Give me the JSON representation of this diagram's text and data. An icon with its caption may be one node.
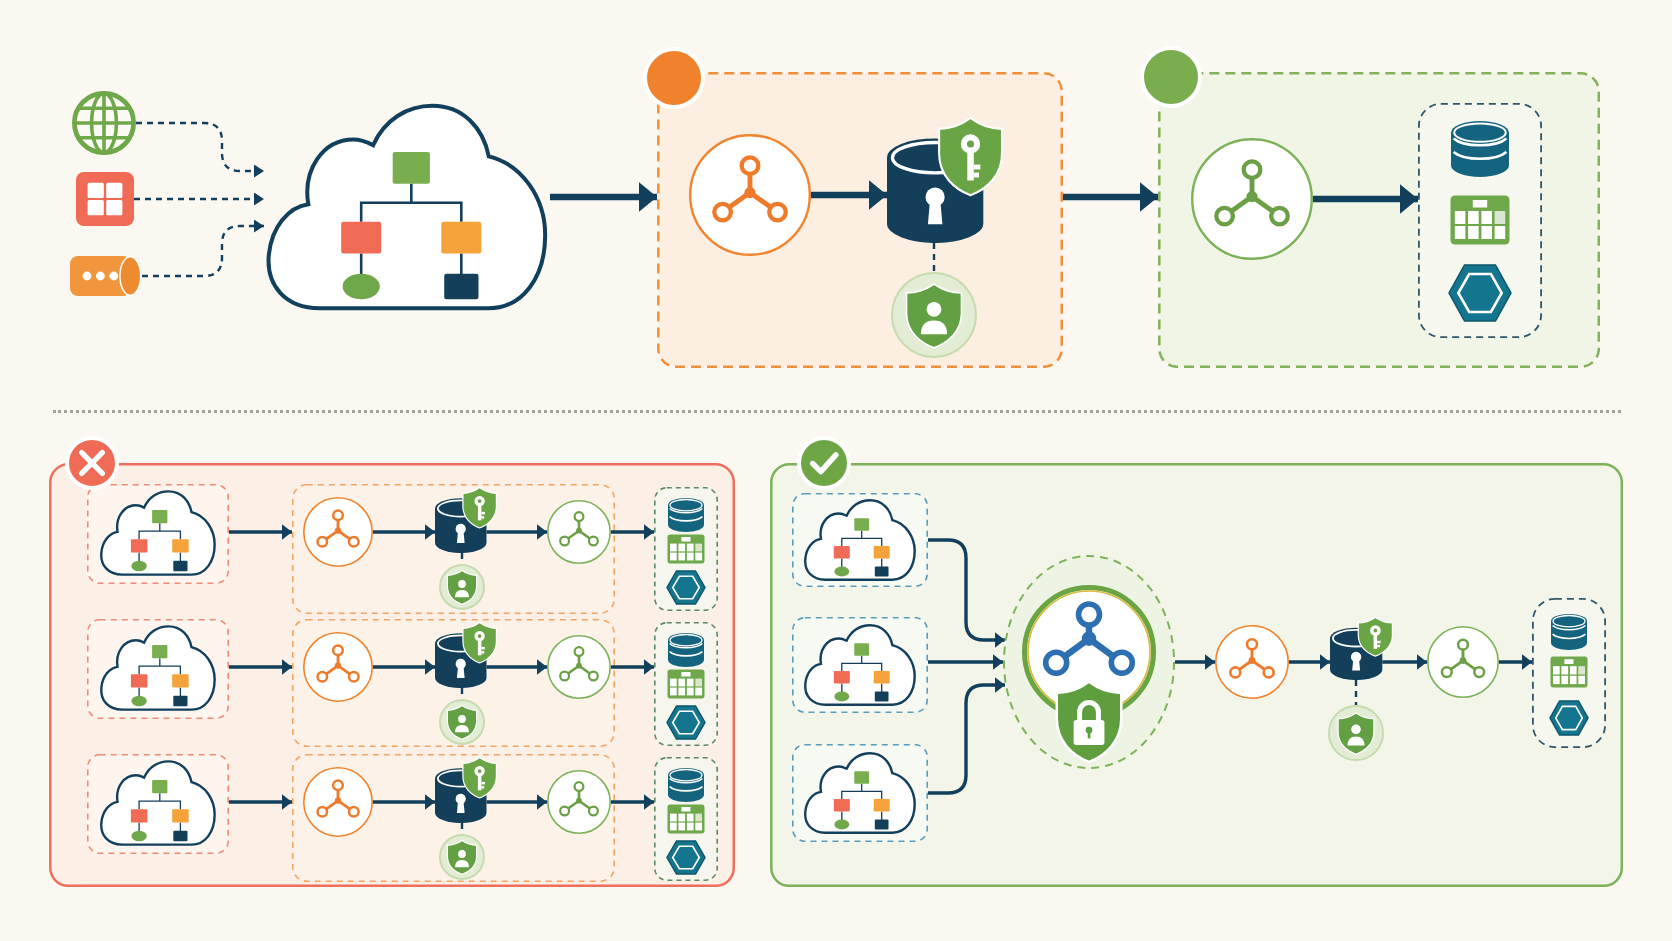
{
  "diagram": {
    "nodes": [
      {
        "text": [],
        "shape": "picture"
      },
      {
        "text": [],
        "shape": "picture"
      },
      {
        "text": [],
        "shape": "cylinder"
      },
      {
        "text": [],
        "shape": "cloud"
      },
      {
        "text": [],
        "shape": "box"
      },
      {
        "text": [],
        "shape": "circle",
        "in": 4
      },
      {
        "text": [],
        "shape": "cylinder",
        "in": 4
      },
      {
        "text": [],
        "shape": "circle",
        "in": 4
      },
      {
        "text": [],
        "shape": "box"
      },
      {
        "text": [],
        "shape": "circle",
        "in": 8
      },
      {
        "text": [],
        "shape": "box",
        "in": 8
      },
      {
        "text": [],
        "shape": "cylinder",
        "in": 10
      },
      {
        "text": [],
        "shape": "picture",
        "in": 10
      },
      {
        "text": [],
        "shape": "hexagon",
        "in": 10
      },
      {
        "text": [],
        "shape": "box"
      },
      {
        "text": [],
        "shape": "box",
        "in": 14
      },
      {
        "text": [],
        "shape": "cloud",
        "in": 15
      },
      {
        "text": [],
        "shape": "box",
        "in": 14
      },
      {
        "text": [],
        "shape": "circle",
        "in": 17
      },
      {
        "text": [],
        "shape": "cylinder",
        "in": 17
      },
      {
        "text": [],
        "shape": "circle",
        "in": 17
      },
      {
        "text": [],
        "shape": "circle",
        "in": 17
      },
      {
        "text": [],
        "shape": "box",
        "in": 14
      },
      {
        "text": [],
        "shape": "cylinder",
        "in": 22
      },
      {
        "text": [],
        "shape": "picture",
        "in": 22
      },
      {
        "text": [],
        "shape": "hexagon",
        "in": 22
      },
      {
        "text": [],
        "shape": "box",
        "in": 14
      },
      {
        "text": [],
        "shape": "cloud",
        "in": 26
      },
      {
        "text": [],
        "shape": "box",
        "in": 14
      },
      {
        "text": [],
        "shape": "circle",
        "in": 28
      },
      {
        "text": [],
        "shape": "cylinder",
        "in": 28
      },
      {
        "text": [],
        "shape": "circle",
        "in": 28
      },
      {
        "text": [],
        "shape": "circle",
        "in": 28
      },
      {
        "text": [],
        "shape": "box",
        "in": 14
      },
      {
        "text": [],
        "shape": "cylinder",
        "in": 33
      },
      {
        "text": [],
        "shape": "picture",
        "in": 33
      },
      {
        "text": [],
        "shape": "hexagon",
        "in": 33
      },
      {
        "text": [],
        "shape": "box",
        "in": 14
      },
      {
        "text": [],
        "shape": "cloud",
        "in": 37
      },
      {
        "text": [],
        "shape": "box",
        "in": 14
      },
      {
        "text": [],
        "shape": "circle",
        "in": 39
      },
      {
        "text": [],
        "shape": "cylinder",
        "in": 39
      },
      {
        "text": [],
        "shape": "circle",
        "in": 39
      },
      {
        "text": [],
        "shape": "circle",
        "in": 39
      },
      {
        "text": [],
        "shape": "box",
        "in": 14
      },
      {
        "text": [],
        "shape": "cylinder",
        "in": 44
      },
      {
        "text": [],
        "shape": "picture",
        "in": 44
      },
      {
        "text": [],
        "shape": "hexagon",
        "in": 44
      },
      {
        "text": [],
        "shape": "box"
      },
      {
        "text": [],
        "shape": "box",
        "in": 48
      },
      {
        "text": [],
        "shape": "cloud",
        "in": 49
      },
      {
        "text": [],
        "shape": "box",
        "in": 48
      },
      {
        "text": [],
        "shape": "cloud",
        "in": 51
      },
      {
        "text": [],
        "shape": "box",
        "in": 48
      },
      {
        "text": [],
        "shape": "cloud",
        "in": 53
      },
      {
        "text": [],
        "shape": "circle",
        "in": 48
      },
      {
        "text": [],
        "shape": "circle",
        "in": 55
      },
      {
        "text": [],
        "shape": "circle",
        "in": 48
      },
      {
        "text": [],
        "shape": "cylinder",
        "in": 48
      },
      {
        "text": [],
        "shape": "circle",
        "in": 48
      },
      {
        "text": [],
        "shape": "circle",
        "in": 48
      },
      {
        "text": [],
        "shape": "box",
        "in": 48
      },
      {
        "text": [],
        "shape": "cylinder",
        "in": 61
      },
      {
        "text": [],
        "shape": "picture",
        "in": 61
      },
      {
        "text": [],
        "shape": "hexagon",
        "in": 61
      }
    ],
    "edges": [
      {
        "from": 0,
        "to": 3,
        "arrow": "to",
        "style": "dashed"
      },
      {
        "from": 1,
        "to": 3,
        "arrow": "to",
        "style": "dashed"
      },
      {
        "from": 2,
        "to": 3,
        "arrow": "to",
        "style": "dashed"
      },
      {
        "from": 3,
        "to": 4,
        "arrow": "to",
        "style": "thick"
      },
      {
        "from": 5,
        "to": 6,
        "arrow": "to",
        "style": "thick"
      },
      {
        "from": 6,
        "to": 7,
        "arrow": "none",
        "style": "dashed"
      },
      {
        "from": 4,
        "to": 8,
        "arrow": "to",
        "style": "thick"
      },
      {
        "from": 9,
        "to": 10,
        "arrow": "to",
        "style": "thick"
      },
      {
        "from": 15,
        "to": 17,
        "arrow": "to"
      },
      {
        "from": 18,
        "to": 19,
        "arrow": "to"
      },
      {
        "from": 19,
        "to": 20,
        "arrow": "none",
        "style": "dashed"
      },
      {
        "from": 19,
        "to": 21,
        "arrow": "to"
      },
      {
        "from": 21,
        "to": 22,
        "arrow": "to"
      },
      {
        "from": 26,
        "to": 28,
        "arrow": "to"
      },
      {
        "from": 29,
        "to": 30,
        "arrow": "to"
      },
      {
        "from": 30,
        "to": 31,
        "arrow": "none",
        "style": "dashed"
      },
      {
        "from": 30,
        "to": 32,
        "arrow": "to"
      },
      {
        "from": 32,
        "to": 33,
        "arrow": "to"
      },
      {
        "from": 37,
        "to": 39,
        "arrow": "to"
      },
      {
        "from": 40,
        "to": 41,
        "arrow": "to"
      },
      {
        "from": 41,
        "to": 42,
        "arrow": "none",
        "style": "dashed"
      },
      {
        "from": 41,
        "to": 43,
        "arrow": "to"
      },
      {
        "from": 43,
        "to": 44,
        "arrow": "to"
      },
      {
        "from": 49,
        "to": 55,
        "arrow": "to"
      },
      {
        "from": 51,
        "to": 55,
        "arrow": "to"
      },
      {
        "from": 53,
        "to": 55,
        "arrow": "to"
      },
      {
        "from": 55,
        "to": 57,
        "arrow": "to"
      },
      {
        "from": 57,
        "to": 58,
        "arrow": "to"
      },
      {
        "from": 58,
        "to": 59,
        "arrow": "none",
        "style": "dashed"
      },
      {
        "from": 58,
        "to": 60,
        "arrow": "to"
      },
      {
        "from": 60,
        "to": 61,
        "arrow": "to"
      }
    ]
  }
}
